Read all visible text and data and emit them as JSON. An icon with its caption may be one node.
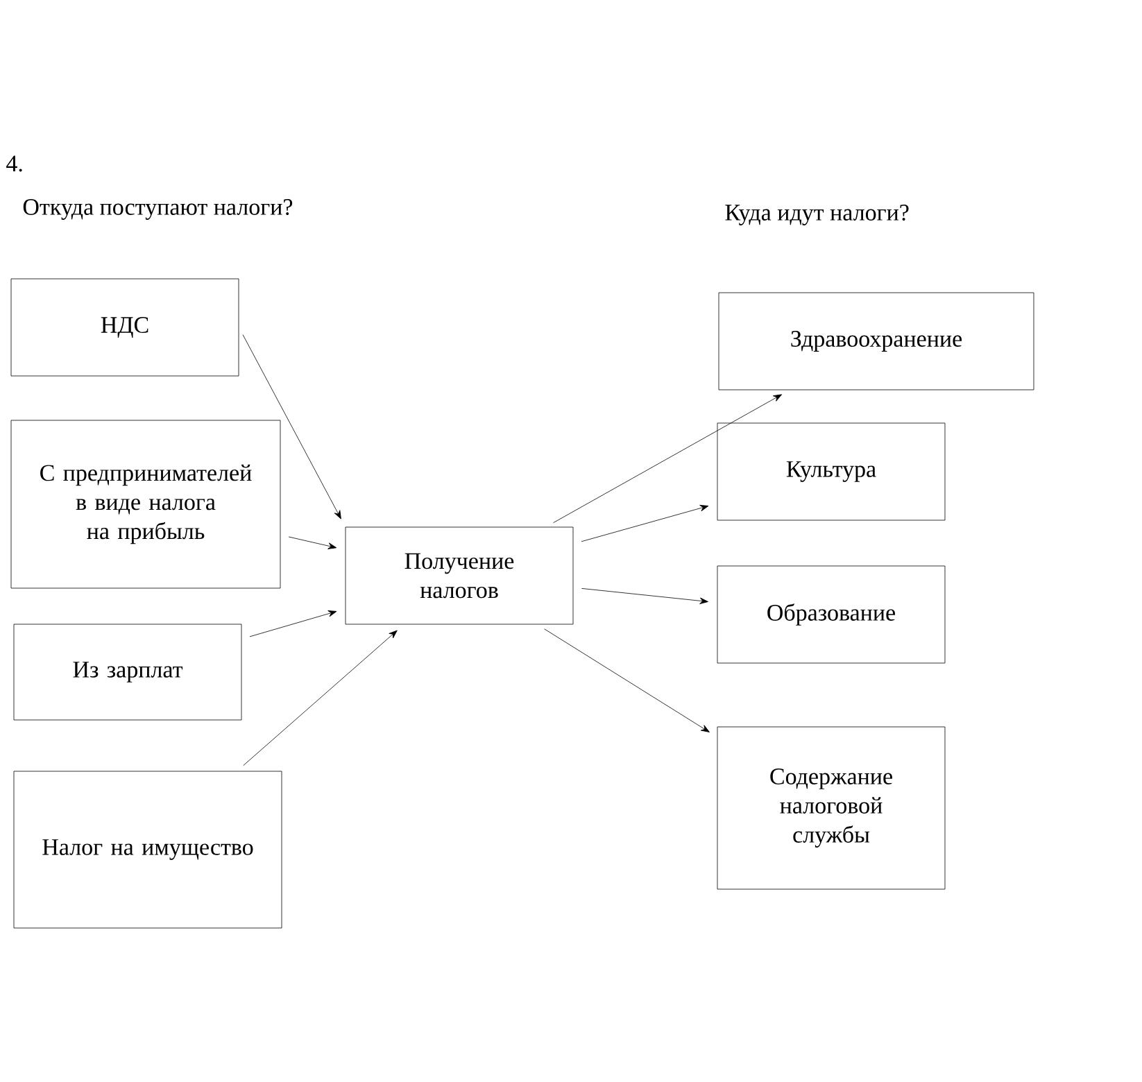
{
  "diagram": {
    "nodes": [
      {
        "text": [
          "НДС"
        ]
      },
      {
        "text": [
          "С предпринимателей в виде налога на прибыль"
        ]
      },
      {
        "text": [
          "Из зарплат"
        ]
      },
      {
        "text": [
          "Налог на имущество"
        ]
      },
      {
        "text": [
          "Получение налогов"
        ]
      },
      {
        "text": [
          "Здравоохранение"
        ]
      },
      {
        "text": [
          "Культура"
        ]
      },
      {
        "text": [
          "Образование"
        ]
      },
      {
        "text": [
          "Содержание налоговой службы"
        ]
      }
    ],
    "edges": [
      {
        "from": 0,
        "to": 4,
        "arrow": "to"
      },
      {
        "from": 1,
        "to": 4,
        "arrow": "to"
      },
      {
        "from": 2,
        "to": 4,
        "arrow": "to"
      },
      {
        "from": 3,
        "to": 4,
        "arrow": "to"
      },
      {
        "from": 4,
        "to": 5,
        "arrow": "to"
      },
      {
        "from": 4,
        "to": 6,
        "arrow": "to"
      },
      {
        "from": 4,
        "to": 7,
        "arrow": "to"
      },
      {
        "from": 4,
        "to": 8,
        "arrow": "to"
      }
    ],
    "labels": [
      "4.",
      "Откуда поступают налоги?",
      "Куда идут налоги?"
    ]
  }
}
